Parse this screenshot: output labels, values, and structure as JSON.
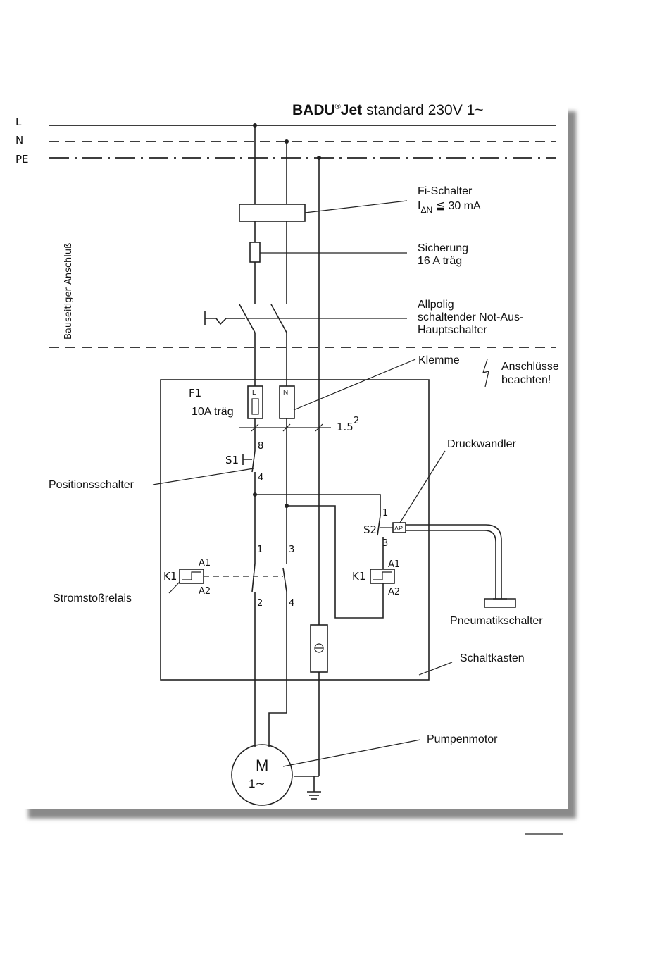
{
  "header": {
    "brand_name": "BADU",
    "brand_reg": "®",
    "brand_suffix": "Jet",
    "model": "standard  230V   1~"
  },
  "bus_lines": {
    "l": "L",
    "n": "N",
    "pe": "PE"
  },
  "site_connection_label": "Bauseitiger Anschluß",
  "callouts": {
    "fi_schalter": {
      "line1": "Fi-Schalter",
      "line2_prefix": "I",
      "line2_sub": "ΔN",
      "line2_suffix": " ≦ 30 mA"
    },
    "sicherung": {
      "line1": "Sicherung",
      "line2": "16 A träg"
    },
    "hauptschalter": {
      "line1": "Allpolig",
      "line2": "schaltender Not-Aus-",
      "line3": "Hauptschalter"
    },
    "klemme": "Klemme",
    "anschluesse": {
      "line1": "Anschlüsse",
      "line2": "beachten!"
    },
    "druckwandler": "Druckwandler",
    "positionsschalter": "Positionsschalter",
    "stromstossrelais": "Stromstoßrelais",
    "pneumatikschalter": "Pneumatikschalter",
    "schaltkasten": "Schaltkasten",
    "pumpenmotor": "Pumpenmotor"
  },
  "components": {
    "f1": {
      "name": "F1",
      "rating": "10A träg"
    },
    "terminal_l": "L",
    "terminal_n": "N",
    "cable_size": {
      "value": "1.5",
      "sup": "2"
    },
    "s1": {
      "name": "S1",
      "pin_top": "8",
      "pin_bottom": "4"
    },
    "s2": {
      "name": "S2",
      "pin_top": "1",
      "pin_bottom": "3",
      "sensor": "ΔP"
    },
    "k1_left": {
      "name": "K1",
      "a1": "A1",
      "a2": "A2"
    },
    "k1_right": {
      "name": "K1",
      "a1": "A1",
      "a2": "A2"
    },
    "contact_numbers": {
      "c1": "1",
      "c3": "3",
      "c2": "2",
      "c4": "4"
    },
    "motor": {
      "letter": "M",
      "phase": "1∼"
    }
  }
}
